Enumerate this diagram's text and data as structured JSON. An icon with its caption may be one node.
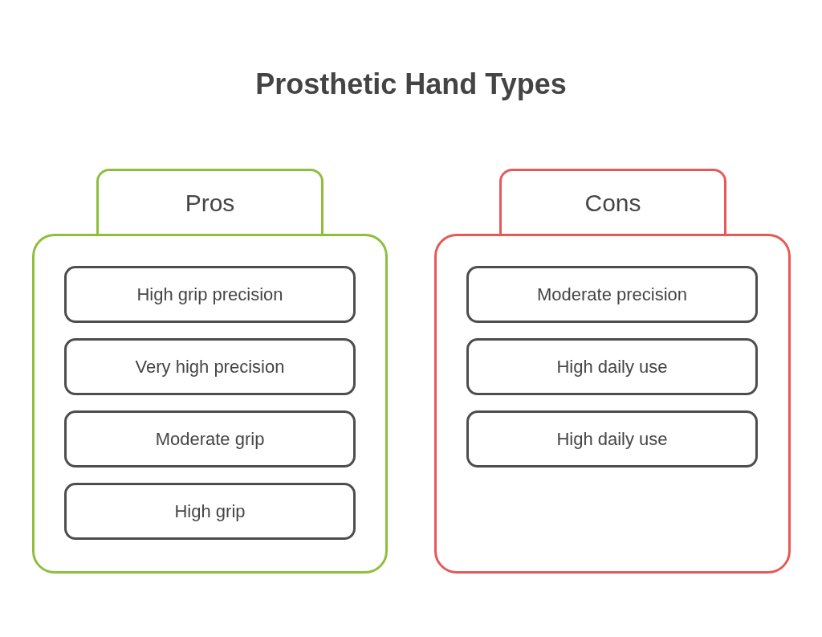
{
  "diagram": {
    "title": "Prosthetic Hand Types",
    "nodes": [
      {
        "text": [
          "Pros"
        ]
      },
      {
        "text": [
          "High grip precision"
        ],
        "in": 0
      },
      {
        "text": [
          "Very high precision"
        ],
        "in": 0
      },
      {
        "text": [
          "Moderate grip"
        ],
        "in": 0
      },
      {
        "text": [
          "High grip"
        ],
        "in": 0
      },
      {
        "text": [
          "Cons"
        ]
      },
      {
        "text": [
          "Moderate precision"
        ],
        "in": 5
      },
      {
        "text": [
          "High daily use"
        ],
        "in": 5
      },
      {
        "text": [
          "High daily use"
        ],
        "in": 5
      }
    ]
  }
}
